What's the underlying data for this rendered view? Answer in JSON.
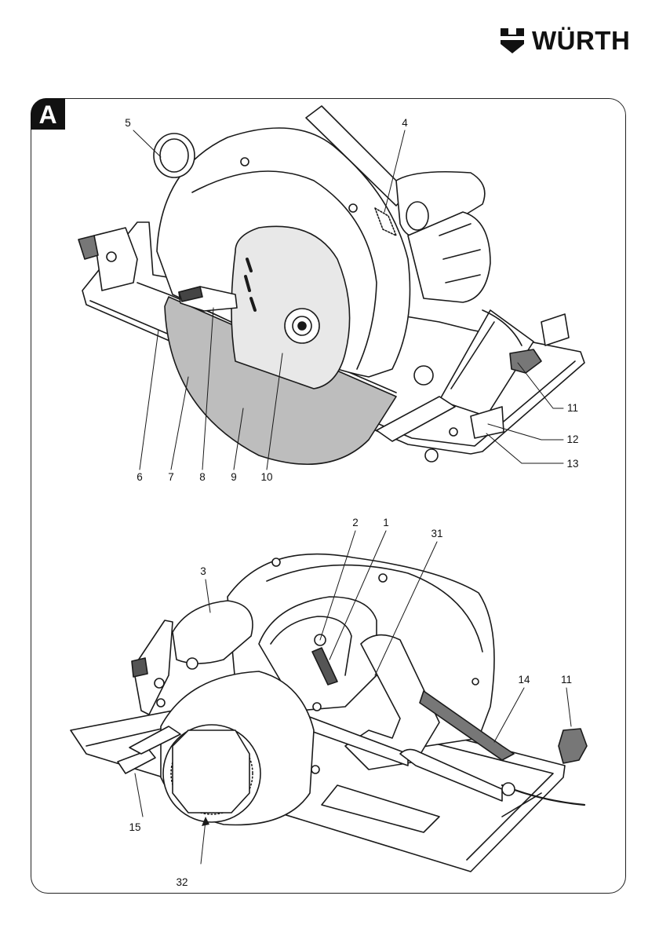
{
  "brand": {
    "name": "WÜRTH"
  },
  "section": {
    "label": "A"
  },
  "figure_top": {
    "callouts": [
      "5",
      "4",
      "11",
      "12",
      "13",
      "6",
      "7",
      "8",
      "9",
      "10"
    ]
  },
  "figure_bottom": {
    "callouts": [
      "2",
      "1",
      "31",
      "3",
      "14",
      "11",
      "15",
      "32"
    ]
  }
}
